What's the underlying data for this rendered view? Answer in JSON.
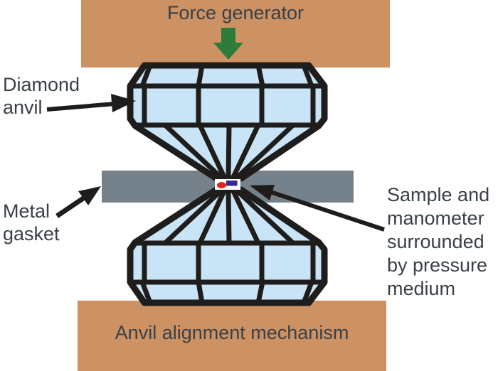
{
  "labels": {
    "force_generator": "Force generator",
    "diamond_anvil": "Diamond\nanvil",
    "metal_gasket": "Metal\ngasket",
    "sample": "Sample and\nmanometer\nsurrounded\nby pressure\nmedium",
    "anvil_alignment": "Anvil alignment mechanism"
  },
  "colors": {
    "frame": "#cd9263",
    "gasket": "#75818b",
    "diamond_fill": "#c9e4f7",
    "outline": "#1e1d1c",
    "force_arrow": "#2d7c39",
    "sample_red": "#e1251b",
    "manometer_navy": "#2f2d91",
    "chamber": "#ffffff",
    "text": "#3a4047",
    "background": "#ffffff"
  }
}
